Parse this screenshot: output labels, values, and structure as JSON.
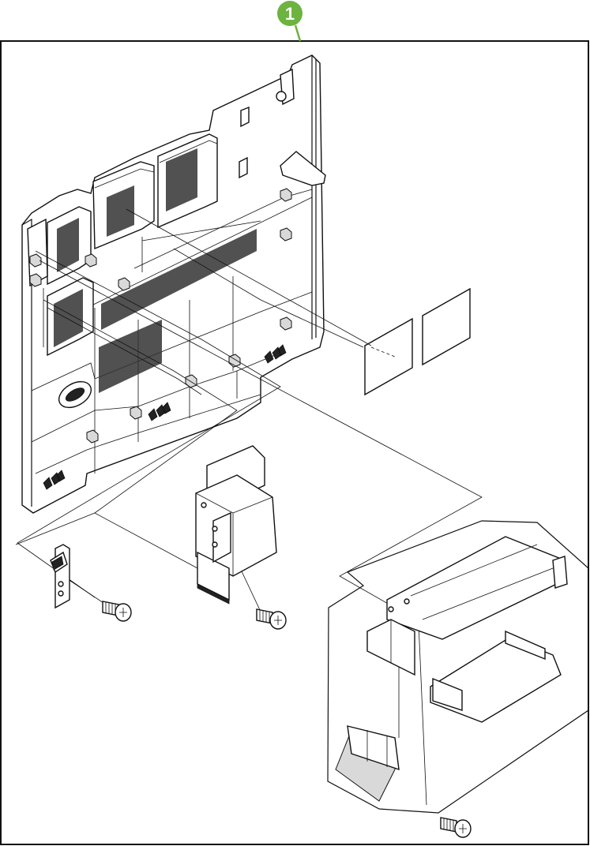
{
  "diagram": {
    "callout": {
      "label": "1",
      "color": "#6cb33f",
      "text_color": "#ffffff"
    },
    "frame_color": "#111111",
    "parts": [
      {
        "id": "rear-panel-frame"
      },
      {
        "id": "label-sheet-left"
      },
      {
        "id": "label-sheet-right"
      },
      {
        "id": "small-latch-bracket"
      },
      {
        "id": "screw-left"
      },
      {
        "id": "fan-duct-assembly"
      },
      {
        "id": "screw-center"
      },
      {
        "id": "paper-guide-assembly"
      },
      {
        "id": "screw-bottom"
      }
    ]
  }
}
